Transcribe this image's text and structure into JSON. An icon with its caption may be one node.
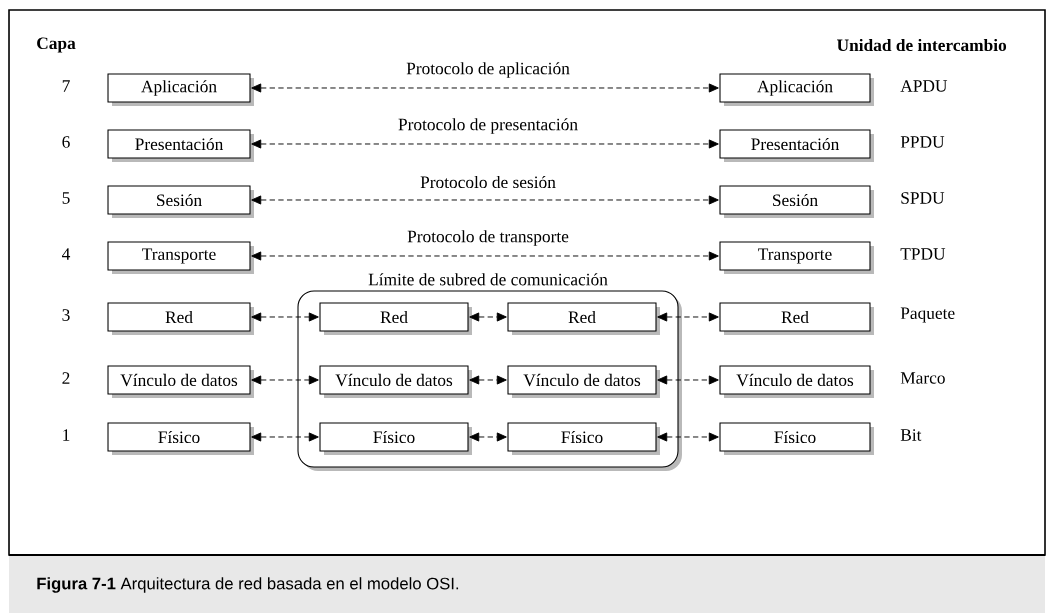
{
  "diagram": {
    "caption": "**Figura 7-1** Arquitectura de red basada en el modelo OSI.",
    "nodes": [
      {
        "text": [
          "Aplicación"
        ]
      },
      {
        "text": [
          "Aplicación"
        ]
      },
      {
        "text": [
          "Presentación"
        ]
      },
      {
        "text": [
          "Presentación"
        ]
      },
      {
        "text": [
          "Sesión"
        ]
      },
      {
        "text": [
          "Sesión"
        ]
      },
      {
        "text": [
          "Transporte"
        ]
      },
      {
        "text": [
          "Transporte"
        ]
      },
      {
        "text": [
          "Límite de subred de comunicación"
        ]
      },
      {
        "text": [
          "Red"
        ]
      },
      {
        "text": [
          "Red"
        ],
        "in": 8
      },
      {
        "text": [
          "Red"
        ],
        "in": 8
      },
      {
        "text": [
          "Red"
        ]
      },
      {
        "text": [
          "Vínculo de datos"
        ]
      },
      {
        "text": [
          "Vínculo de datos"
        ],
        "in": 8
      },
      {
        "text": [
          "Vínculo de datos"
        ],
        "in": 8
      },
      {
        "text": [
          "Vínculo de datos"
        ]
      },
      {
        "text": [
          "Físico"
        ]
      },
      {
        "text": [
          "Físico"
        ],
        "in": 8
      },
      {
        "text": [
          "Físico"
        ],
        "in": 8
      },
      {
        "text": [
          "Físico"
        ]
      }
    ],
    "edges": [
      {
        "from": 0,
        "to": 1,
        "arrow": "both",
        "style": "dashed",
        "label": "Protocolo de aplicación"
      },
      {
        "from": 2,
        "to": 3,
        "arrow": "both",
        "style": "dashed",
        "label": "Protocolo de presentación"
      },
      {
        "from": 4,
        "to": 5,
        "arrow": "both",
        "style": "dashed",
        "label": "Protocolo de sesión"
      },
      {
        "from": 6,
        "to": 7,
        "arrow": "both",
        "style": "dashed",
        "label": "Protocolo de transporte"
      },
      {
        "from": 9,
        "to": 10,
        "arrow": "both",
        "style": "dashed"
      },
      {
        "from": 10,
        "to": 11,
        "arrow": "both",
        "style": "dashed"
      },
      {
        "from": 11,
        "to": 12,
        "arrow": "both",
        "style": "dashed"
      },
      {
        "from": 13,
        "to": 14,
        "arrow": "both",
        "style": "dashed"
      },
      {
        "from": 14,
        "to": 15,
        "arrow": "both",
        "style": "dashed"
      },
      {
        "from": 15,
        "to": 16,
        "arrow": "both",
        "style": "dashed"
      },
      {
        "from": 17,
        "to": 18,
        "arrow": "both",
        "style": "dashed"
      },
      {
        "from": 18,
        "to": 19,
        "arrow": "both",
        "style": "dashed"
      },
      {
        "from": 19,
        "to": 20,
        "arrow": "both",
        "style": "dashed"
      }
    ],
    "labels": [
      "Capa",
      "Unidad de intercambio",
      "7",
      "APDU",
      "6",
      "PPDU",
      "5",
      "SPDU",
      "4",
      "TPDU",
      "3",
      "Paquete",
      "2",
      "Marco",
      "1",
      "Bit"
    ]
  }
}
